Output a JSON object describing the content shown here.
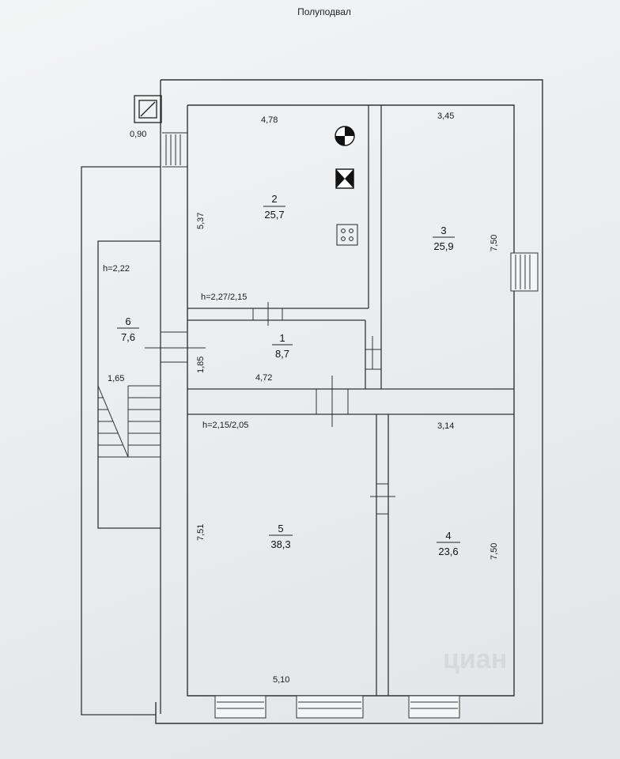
{
  "title": "Полуподвал",
  "rooms": [
    {
      "id": "1",
      "area": "8,7"
    },
    {
      "id": "2",
      "area": "25,7"
    },
    {
      "id": "3",
      "area": "25,9"
    },
    {
      "id": "4",
      "area": "23,6"
    },
    {
      "id": "5",
      "area": "38,3"
    },
    {
      "id": "6",
      "area": "7,6"
    }
  ],
  "dimensions": {
    "d_090": "0,90",
    "d_478": "4,78",
    "d_345": "3,45",
    "d_537": "5,37",
    "d_750_top": "7,50",
    "d_185": "1,85",
    "d_472": "4,72",
    "d_165": "1,65",
    "d_314": "3,14",
    "d_751": "7,51",
    "d_750_bottom": "7,50",
    "d_510": "5,10"
  },
  "heights": {
    "h_room6": "h=2,22",
    "h_top": "h=2,27/2,15",
    "h_bottom": "h=2,15/2,05"
  },
  "watermark": "циан"
}
